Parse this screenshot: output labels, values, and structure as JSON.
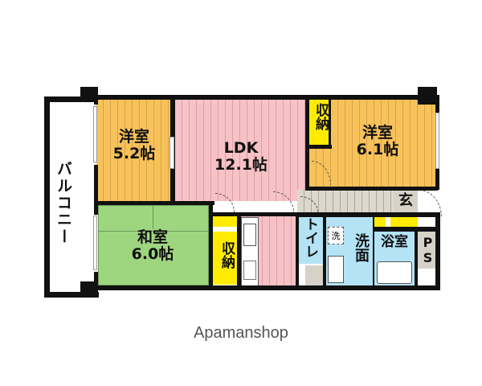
{
  "floorplan": {
    "rooms": [
      {
        "id": "western-room-1",
        "name": "洋室",
        "size": "5.2帖",
        "label": "洋室\n5.2帖"
      },
      {
        "id": "ldk",
        "name": "LDK",
        "size": "12.1帖",
        "label": "LDK\n12.1帖"
      },
      {
        "id": "western-room-2",
        "name": "洋室",
        "size": "6.1帖",
        "label": "洋室\n6.1帖"
      },
      {
        "id": "japanese-room",
        "name": "和室",
        "size": "6.0帖",
        "label": "和室\n6.0帖"
      }
    ],
    "storage_labels": [
      "収納",
      "収納"
    ],
    "balcony": "バルコニー",
    "toilet": "トイレ",
    "washroom": "洗面",
    "washer": "洗",
    "bathroom": "浴室",
    "entrance": "玄",
    "pipe_space": "PS"
  },
  "colors": {
    "western_floor": "#f7c25a",
    "ldk_floor": "#f6c2c6",
    "tatami": "#9ed680",
    "storage": "#ffec00",
    "wet_area": "#b3e3f5",
    "hall": "#dcd8cc",
    "wall": "#111111"
  },
  "footer": {
    "brand": "Apamanshop"
  }
}
